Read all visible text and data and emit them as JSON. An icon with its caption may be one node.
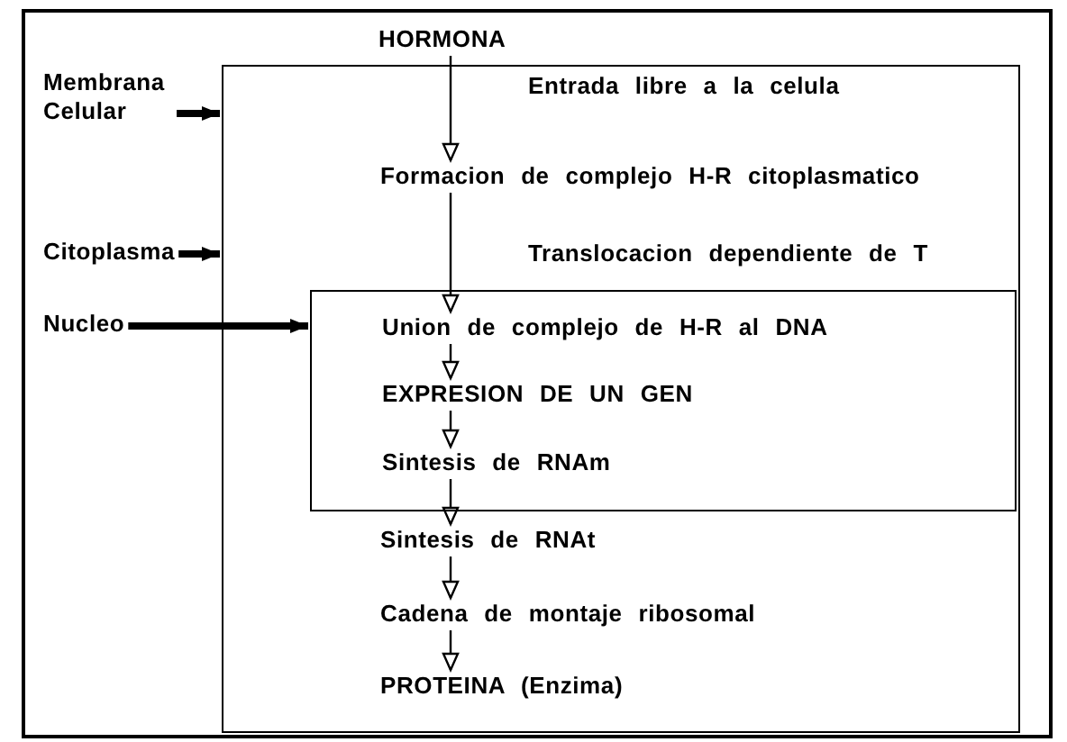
{
  "diagram": {
    "nodes": [
      {
        "text": [
          "HORMONA"
        ]
      },
      {
        "text": [
          "Membrana Celular"
        ]
      },
      {
        "text": [],
        "shape": "box"
      },
      {
        "text": [
          "Entrada libre a la celula"
        ],
        "in": 2
      },
      {
        "text": [
          "Formacion de complejo H-R citoplasmatico"
        ],
        "in": 2
      },
      {
        "text": [
          "Citoplasma"
        ]
      },
      {
        "text": [
          "Translocacion dependiente de T"
        ],
        "in": 2
      },
      {
        "text": [
          "Nucleo"
        ]
      },
      {
        "text": [],
        "shape": "box",
        "in": 2
      },
      {
        "text": [
          "Union de complejo de H-R al DNA"
        ],
        "in": 8
      },
      {
        "text": [
          "EXPRESION DE UN GEN"
        ],
        "in": 8
      },
      {
        "text": [
          "Sintesis de RNAm"
        ],
        "in": 8
      },
      {
        "text": [
          "Sintesis de RNAt"
        ],
        "in": 2
      },
      {
        "text": [
          "Cadena de montaje ribosomal"
        ],
        "in": 2
      },
      {
        "text": [
          "PROTEINA (Enzima)"
        ],
        "in": 2
      }
    ],
    "edges": [
      {
        "from": 0,
        "to": 4,
        "arrow": "to"
      },
      {
        "from": 4,
        "to": 9,
        "arrow": "to"
      },
      {
        "from": 9,
        "to": 10,
        "arrow": "to"
      },
      {
        "from": 10,
        "to": 11,
        "arrow": "to"
      },
      {
        "from": 11,
        "to": 12,
        "arrow": "to"
      },
      {
        "from": 12,
        "to": 13,
        "arrow": "to"
      },
      {
        "from": 13,
        "to": 14,
        "arrow": "to"
      },
      {
        "from": 1,
        "to": 2,
        "arrow": "to",
        "style": "thick"
      },
      {
        "from": 5,
        "to": 2,
        "arrow": "to",
        "style": "thick"
      },
      {
        "from": 7,
        "to": 8,
        "arrow": "to",
        "style": "thick"
      }
    ]
  }
}
